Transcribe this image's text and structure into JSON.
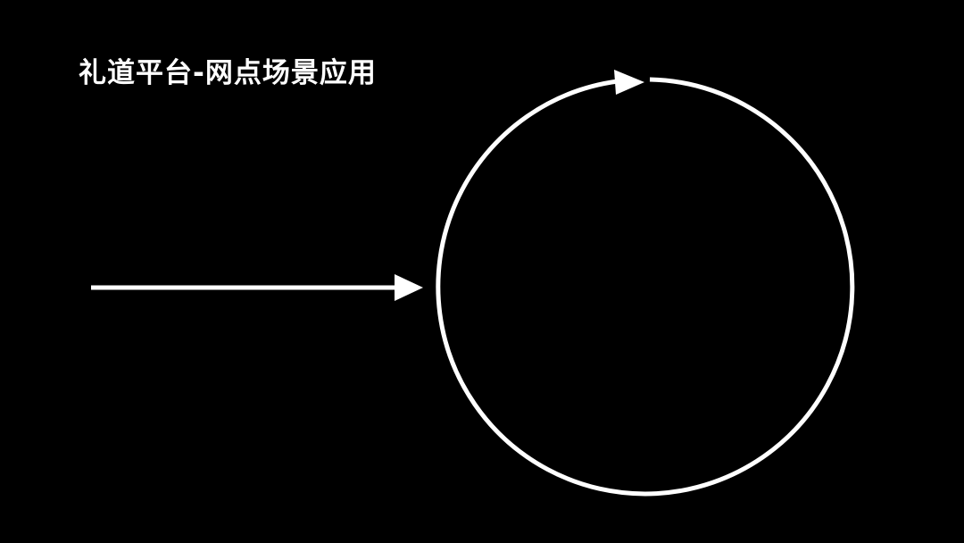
{
  "slide": {
    "title": "礼道平台-网点场景应用",
    "background_color": "#000000",
    "foreground_color": "#ffffff"
  },
  "diagram": {
    "elements": [
      {
        "kind": "arrow",
        "direction": "right",
        "meaning": "entry-arrow"
      },
      {
        "kind": "cycle-circle",
        "arrow_direction": "clockwise"
      }
    ]
  }
}
